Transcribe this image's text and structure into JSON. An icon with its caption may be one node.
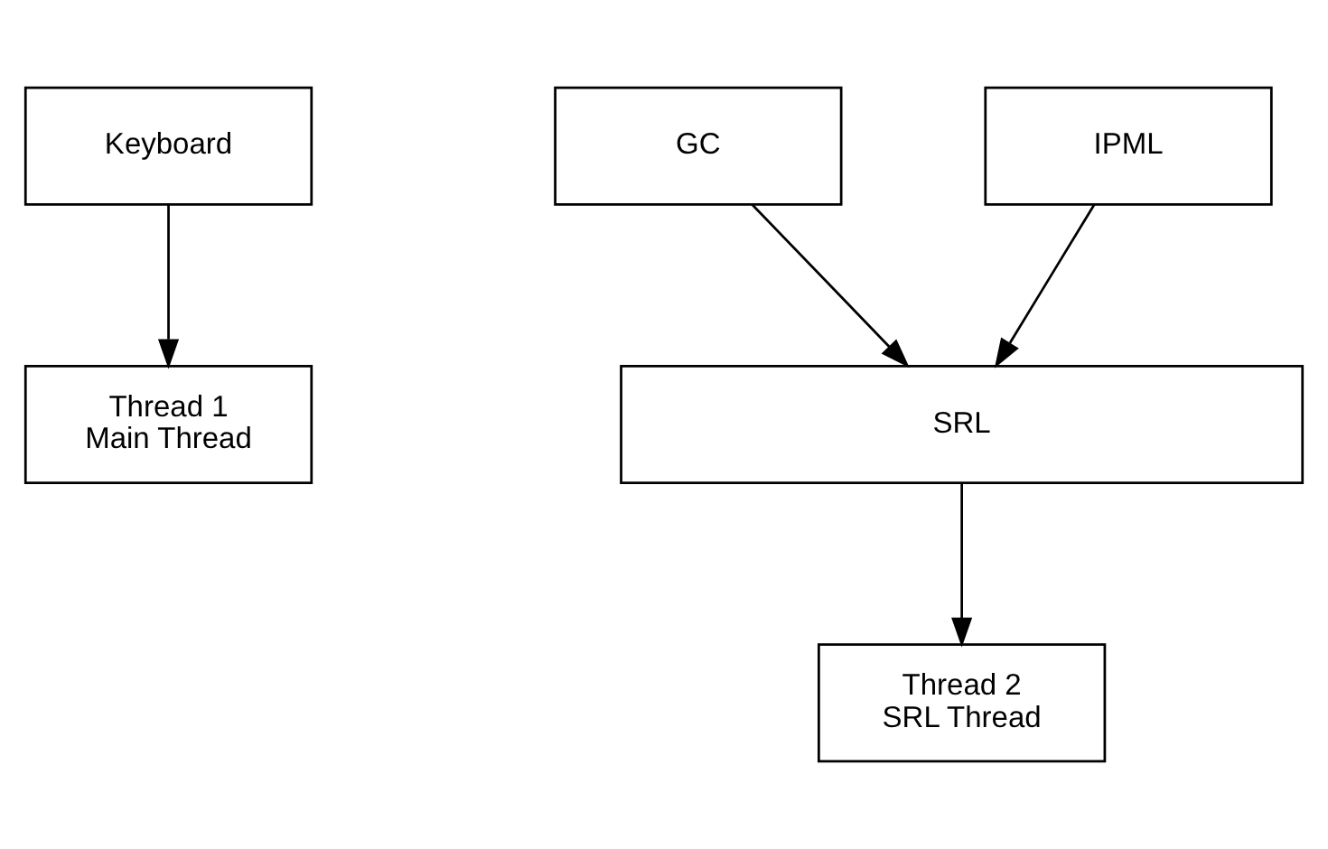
{
  "diagram": {
    "nodes": [
      {
        "text": [
          "Keyboard"
        ]
      },
      {
        "text": [
          "Thread 1",
          "Main Thread"
        ]
      },
      {
        "text": [
          "GC"
        ]
      },
      {
        "text": [
          "IPML"
        ]
      },
      {
        "text": [
          "SRL"
        ]
      },
      {
        "text": [
          "Thread 2",
          "SRL Thread"
        ]
      }
    ],
    "edges": [
      {
        "from": 0,
        "to": 1,
        "arrow": "to"
      },
      {
        "from": 2,
        "to": 4,
        "arrow": "to"
      },
      {
        "from": 3,
        "to": 4,
        "arrow": "to"
      },
      {
        "from": 4,
        "to": 5,
        "arrow": "to"
      }
    ]
  }
}
